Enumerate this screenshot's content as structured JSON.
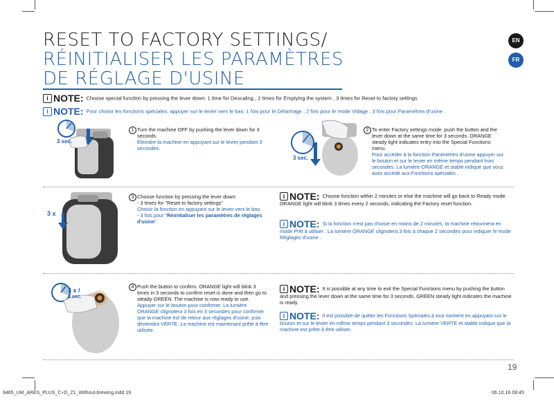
{
  "title": {
    "line1": "RESET TO FACTORY SETTINGS/",
    "line2": "RÉINITIALISER LES PARAMÈTRES",
    "line3": "DE RÉGLAGE D'USINE"
  },
  "lang": {
    "en": "EN",
    "fr": "FR"
  },
  "colors": {
    "brand_blue": "#1f5fa8",
    "orange": "#e8892b",
    "text": "#1a1a1a"
  },
  "notes": {
    "icon": "i",
    "word": "NOTE:",
    "en_top": "Choose special function by pressing the lever down: 1 time for   Descaling , 2 times for   Emptying the system , 3 times for   Reset to factory settings",
    "fr_top": "Pour choisir les fonctions spéciales, appuyer sur le levier vers le bas: 1 fois pour le   Détartrage , 2 fois pour le mode   Vidage , 3 fois pour   Paramètres d'usine ."
  },
  "step1": {
    "number": "1",
    "label": "3 sec.",
    "en": "Turn the machine   OFF   by pushing the lever down for 3 seconds.",
    "fr": "Éteindre la machine en appuyant sur le levier pendant 3 secondes."
  },
  "step2": {
    "number": "2",
    "label": "3 sec.",
    "en": "To enter Factory settings mode: push the button and the lever down at the same time for 3 seconds. ORANGE steady light indicates entry into the Special Functions menu.",
    "fr": "Pour accéder à la fonction   Paramètres d'usine   appuyer sur le bouton et sur le levier en même temps pendant trois secondes. La lumière ORANGE et stable indique que vous avez accédé aux   Fonctions spéciales ."
  },
  "step3": {
    "number": "3",
    "label": "3 x",
    "en1": "Choose function by pressing the lever down:",
    "en2": "- 3 times for \"Reset to factory settings\"",
    "fr1": "Choisir la fonction en appuyant sur le levier vers le bas:",
    "fr2a": "- 3 fois pour \"",
    "fr2b": "Réinitialiser les paramètres de réglages d'usine",
    "fr2c": "\"."
  },
  "note3": {
    "en": "Choose function within 2 minutes or else the machine will go back to Ready mode. ORANGE light will blink 3 times every 2 seconds, indicating the   Factory reset   function.",
    "fr": "Si la fonction n'est pas choisie en moins de 2 minutes, la machine retournera en mode   Prêt à utiliser . La lumière ORANGE clignotera 3 fois à chaque 2 secondes pour indiquer le mode   Réglages d'usine ."
  },
  "step4": {
    "number": "4",
    "label1": "3 x /",
    "label2": "3 sec.",
    "en": "Push the button to confirm. ORANGE light will blink 3 times in 3 seconds to confirm reset is done and then go to steady GREEN. The machine is now ready to use.",
    "fr": "Appuyer sur le bouton pour confirmer. La lumière ORANGE clignotera 3 fois en 3 secondes pour confirmer que la machine est de retour aux réglages d'usine, puis deviendra VERTE. La machine est maintenant prête à être utilisée."
  },
  "note4": {
    "en": "It is possible at any time to exit the Special Functions menu by pushing the button and pressing the lever down at the same time for 3 seconds. GREEN steady light indicates the machine is ready.",
    "fr": "Il est possible de quitter les Fonctions Spéciales à tout moment en appuyant sur le bouton et sur le levier en même temps pendant 3 secondes. La lumière VERTE et stable indique que la machine est prête à être utiliser."
  },
  "page_number": "19",
  "footer": {
    "file": "9465_UM_ARES_PLUS_C+D_Z1_Without-brewing.indd   19",
    "date": "06.10.16   09:45"
  }
}
